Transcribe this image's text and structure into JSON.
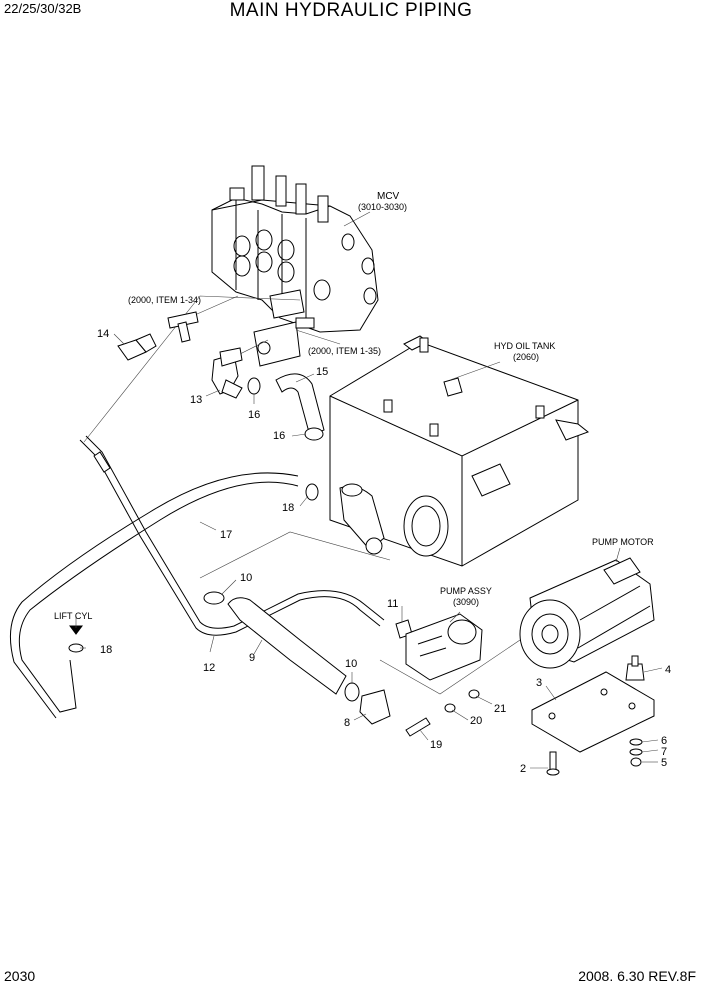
{
  "header": {
    "model": "22/25/30/32B",
    "title": "MAIN HYDRAULIC PIPING"
  },
  "footer": {
    "page": "2030",
    "revision": "2008. 6.30 REV.8F"
  },
  "labels": {
    "mcv": "MCV",
    "mcv_ref": "(3010-3030)",
    "item_1_34": "(2000, ITEM 1-34)",
    "item_1_35": "(2000, ITEM 1-35)",
    "hyd_tank": "HYD OIL TANK",
    "hyd_tank_ref": "(2060)",
    "pump_motor": "PUMP MOTOR",
    "pump_assy": "PUMP ASSY",
    "pump_assy_ref": "(3090)",
    "lift_cyl": "LIFT CYL"
  },
  "callouts": {
    "c14": "14",
    "c13": "13",
    "c16a": "16",
    "c15": "15",
    "c16b": "16",
    "c18a": "18",
    "c17": "17",
    "c10a": "10",
    "c18b": "18",
    "c12": "12",
    "c9": "9",
    "c10b": "10",
    "c8": "8",
    "c11": "11",
    "c3": "3",
    "c4": "4",
    "c21": "21",
    "c20": "20",
    "c19": "19",
    "c6": "6",
    "c7": "7",
    "c5": "5",
    "c2": "2"
  }
}
